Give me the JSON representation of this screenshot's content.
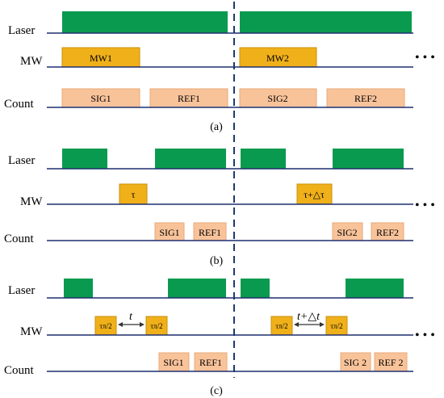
{
  "panels": [
    {
      "caption": "(a)",
      "rows": {
        "laser": "Laser",
        "mw": "MW",
        "count": "Count"
      },
      "mw_pulses": [
        "MW1",
        "MW2"
      ],
      "count_windows": [
        "SIG1",
        "REF1",
        "SIG2",
        "REF2"
      ]
    },
    {
      "caption": "(b)",
      "rows": {
        "laser": "Laser",
        "mw": "MW",
        "count": "Count"
      },
      "mw_pulses": [
        "τ",
        "τ+△τ"
      ],
      "count_windows": [
        "SIG1",
        "REF1",
        "SIG2",
        "REF2"
      ]
    },
    {
      "caption": "(c)",
      "rows": {
        "laser": "Laser",
        "mw": "MW",
        "count": "Count"
      },
      "mw_pulses": [
        "τπ/2",
        "τπ/2",
        "τπ/2",
        "τπ/2"
      ],
      "free_evolution": [
        "t",
        "t+△t"
      ],
      "count_windows": [
        "SIG1",
        "REF1",
        "SIG 2",
        "REF 2"
      ]
    }
  ],
  "continuation": "• • •",
  "colors": {
    "laser": "#0a9a4f",
    "mw": "#f0b01a",
    "count": "#f9c39a",
    "line": "#1f2f6f",
    "divider": "#1f3a6f"
  }
}
